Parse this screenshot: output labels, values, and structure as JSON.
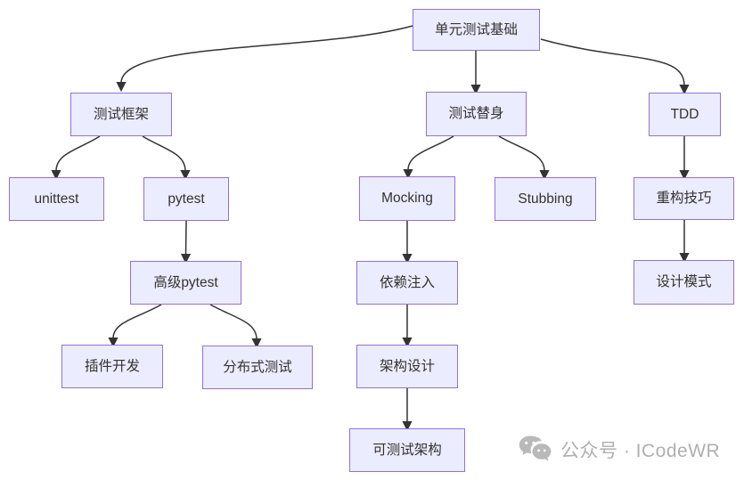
{
  "diagram": {
    "nodes": [
      {
        "id": "root",
        "label": "单元测试基础"
      },
      {
        "id": "framework",
        "label": "测试框架"
      },
      {
        "id": "doubles",
        "label": "测试替身"
      },
      {
        "id": "tdd",
        "label": "TDD"
      },
      {
        "id": "unittest",
        "label": "unittest"
      },
      {
        "id": "pytest",
        "label": "pytest"
      },
      {
        "id": "mocking",
        "label": "Mocking"
      },
      {
        "id": "stubbing",
        "label": "Stubbing"
      },
      {
        "id": "refactoring",
        "label": "重构技巧"
      },
      {
        "id": "advanced-pytest",
        "label": "高级pytest"
      },
      {
        "id": "dependency-injection",
        "label": "依赖注入"
      },
      {
        "id": "design-patterns",
        "label": "设计模式"
      },
      {
        "id": "plugin-dev",
        "label": "插件开发"
      },
      {
        "id": "distributed-testing",
        "label": "分布式测试"
      },
      {
        "id": "architecture-design",
        "label": "架构设计"
      },
      {
        "id": "testable-architecture",
        "label": "可测试架构"
      }
    ],
    "edges": [
      {
        "from": "root",
        "to": "framework"
      },
      {
        "from": "root",
        "to": "doubles"
      },
      {
        "from": "root",
        "to": "tdd"
      },
      {
        "from": "framework",
        "to": "unittest"
      },
      {
        "from": "framework",
        "to": "pytest"
      },
      {
        "from": "pytest",
        "to": "advanced-pytest"
      },
      {
        "from": "advanced-pytest",
        "to": "plugin-dev"
      },
      {
        "from": "advanced-pytest",
        "to": "distributed-testing"
      },
      {
        "from": "doubles",
        "to": "mocking"
      },
      {
        "from": "doubles",
        "to": "stubbing"
      },
      {
        "from": "mocking",
        "to": "dependency-injection"
      },
      {
        "from": "dependency-injection",
        "to": "architecture-design"
      },
      {
        "from": "architecture-design",
        "to": "testable-architecture"
      },
      {
        "from": "tdd",
        "to": "refactoring"
      },
      {
        "from": "refactoring",
        "to": "design-patterns"
      }
    ],
    "colors": {
      "node_fill": "#ECECFF",
      "node_border": "#9370DB",
      "node_text": "#333333",
      "edge": "#333333",
      "watermark": "#AFAFAF"
    }
  },
  "watermark": {
    "icon": "wechat-icon",
    "text": "公众号 · ICodeWR"
  }
}
